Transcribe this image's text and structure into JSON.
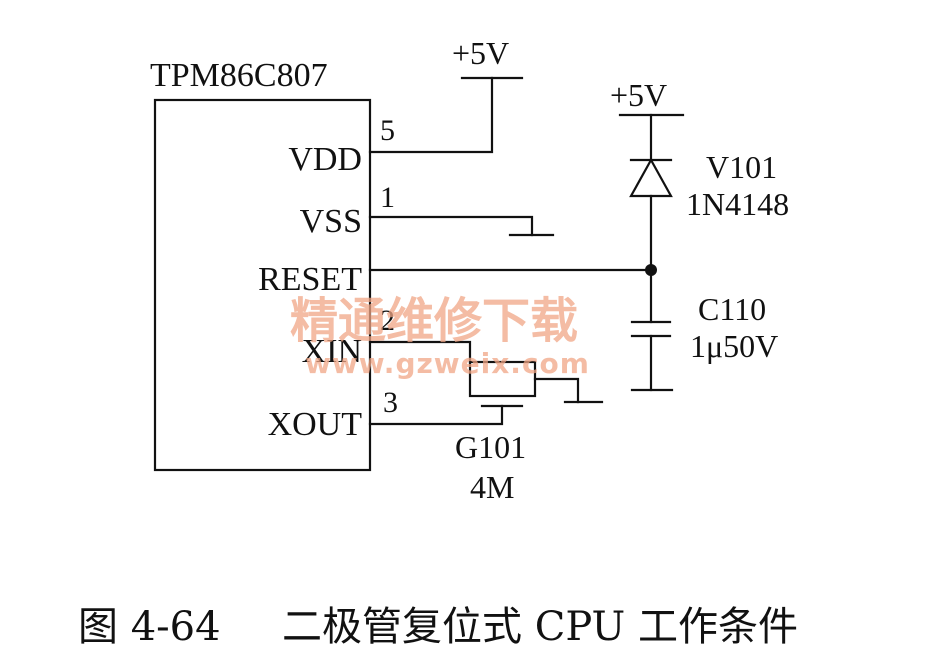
{
  "ic": {
    "name": "TPM86C807",
    "pins": {
      "vdd": "VDD",
      "vss": "VSS",
      "reset": "RESET",
      "xin": "XIN",
      "xout": "XOUT"
    },
    "pin_numbers": {
      "vdd": "5",
      "vss": "1",
      "xin": "2",
      "xout": "3"
    }
  },
  "supply": {
    "vdd_label": "+5V",
    "reset_label": "+5V"
  },
  "diode": {
    "ref": "V101",
    "part": "1N4148"
  },
  "capacitor": {
    "ref": "C110",
    "value": "1μ50V"
  },
  "crystal": {
    "ref": "G101",
    "value": "4M"
  },
  "watermark": {
    "chinese": "精通维修下载",
    "url": "www.gzweix.com"
  },
  "caption": {
    "figure_number": "图 4-64",
    "title": "二极管复位式 CPU 工作条件"
  }
}
